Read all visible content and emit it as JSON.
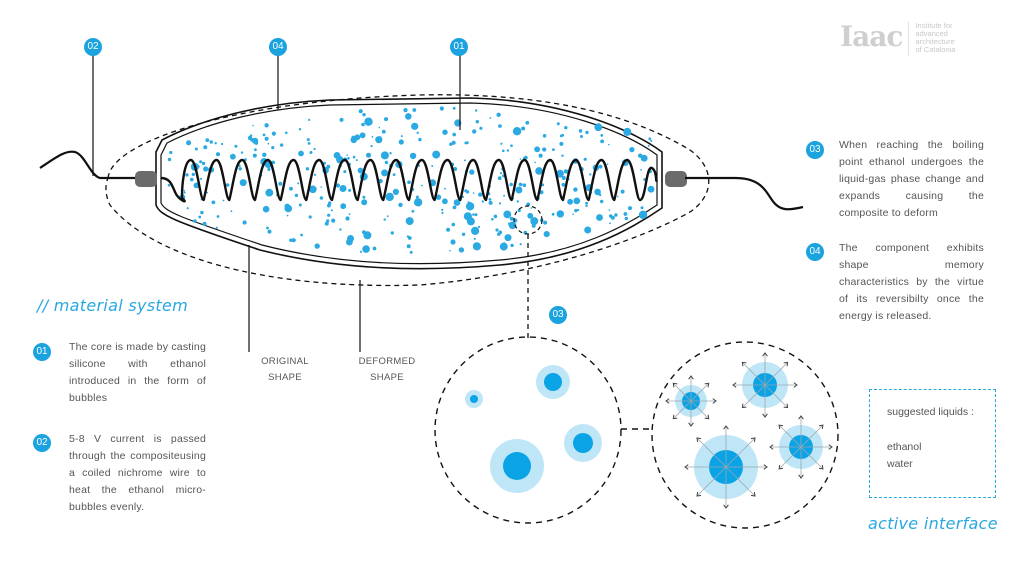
{
  "logo": {
    "mark": "Iaac",
    "lines": [
      "Institute for",
      "advanced",
      "architecture",
      "of Catalonia"
    ]
  },
  "callouts": {
    "top": [
      {
        "id": "02",
        "target": "wire"
      },
      {
        "id": "04",
        "target": "original-shell"
      },
      {
        "id": "01",
        "target": "silicone-core"
      }
    ],
    "detail": {
      "id": "03",
      "target": "bubble-detail"
    }
  },
  "notes_right": [
    {
      "badge": "03",
      "text": "When reaching the boiling point ethanol undergoes the liquid-gas phase change and expands causing the composite to deform"
    },
    {
      "badge": "04",
      "text": "The component exhibits shape memory characteristics by the virtue of its reversibilty once the energy is released."
    }
  ],
  "material_system": {
    "heading": "// material system",
    "items": [
      {
        "badge": "01",
        "text": "The core is made by casting silicone with ethanol introduced in the form of bubbles"
      },
      {
        "badge": "02",
        "text": "5-8 V current is passed through the compositeusing a coiled nichrome wire to heat the ethanol micro-bubbles evenly."
      }
    ]
  },
  "shape_labels": {
    "original": [
      "ORIGINAL",
      "SHAPE"
    ],
    "deformed": [
      "DEFORMED",
      "SHAPE"
    ]
  },
  "liquids": {
    "title": "suggested liquids :",
    "items": [
      "ethanol",
      "water"
    ]
  },
  "active_interface": "active interface",
  "colors": {
    "accent": "#1aa3de",
    "bubble_core": "#0aa3e6",
    "bubble_halo": "#bfe6f7",
    "line": "#111111",
    "plug": "#6b6b6b",
    "text": "#555555"
  }
}
